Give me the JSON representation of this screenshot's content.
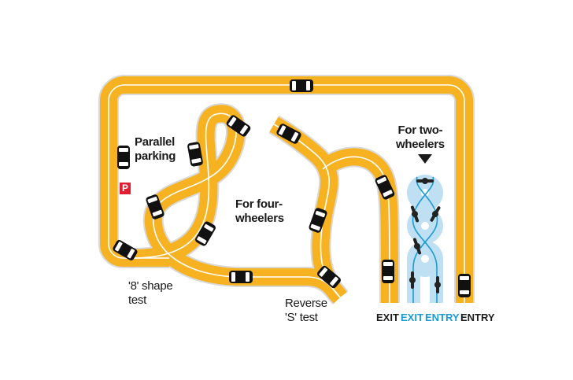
{
  "labels": {
    "parallel_parking": [
      "Parallel",
      "parking"
    ],
    "parking_sign": "P",
    "four_wheelers": [
      "For four-",
      "wheelers"
    ],
    "two_wheelers": [
      "For two-",
      "wheelers"
    ],
    "eight_shape": [
      "'8' shape",
      "test"
    ],
    "reverse_s": [
      "Reverse",
      "'S' test"
    ]
  },
  "bottom_labels": {
    "exit_car": "EXIT",
    "exit_bike": "EXIT",
    "entry_bike": "ENTRY",
    "entry_car": "ENTRY"
  },
  "colors": {
    "track": "#f6b221",
    "bike_zone": "#bfe0f2",
    "bike_path": "#1b9ad6",
    "parking_sign": "#e02030"
  }
}
